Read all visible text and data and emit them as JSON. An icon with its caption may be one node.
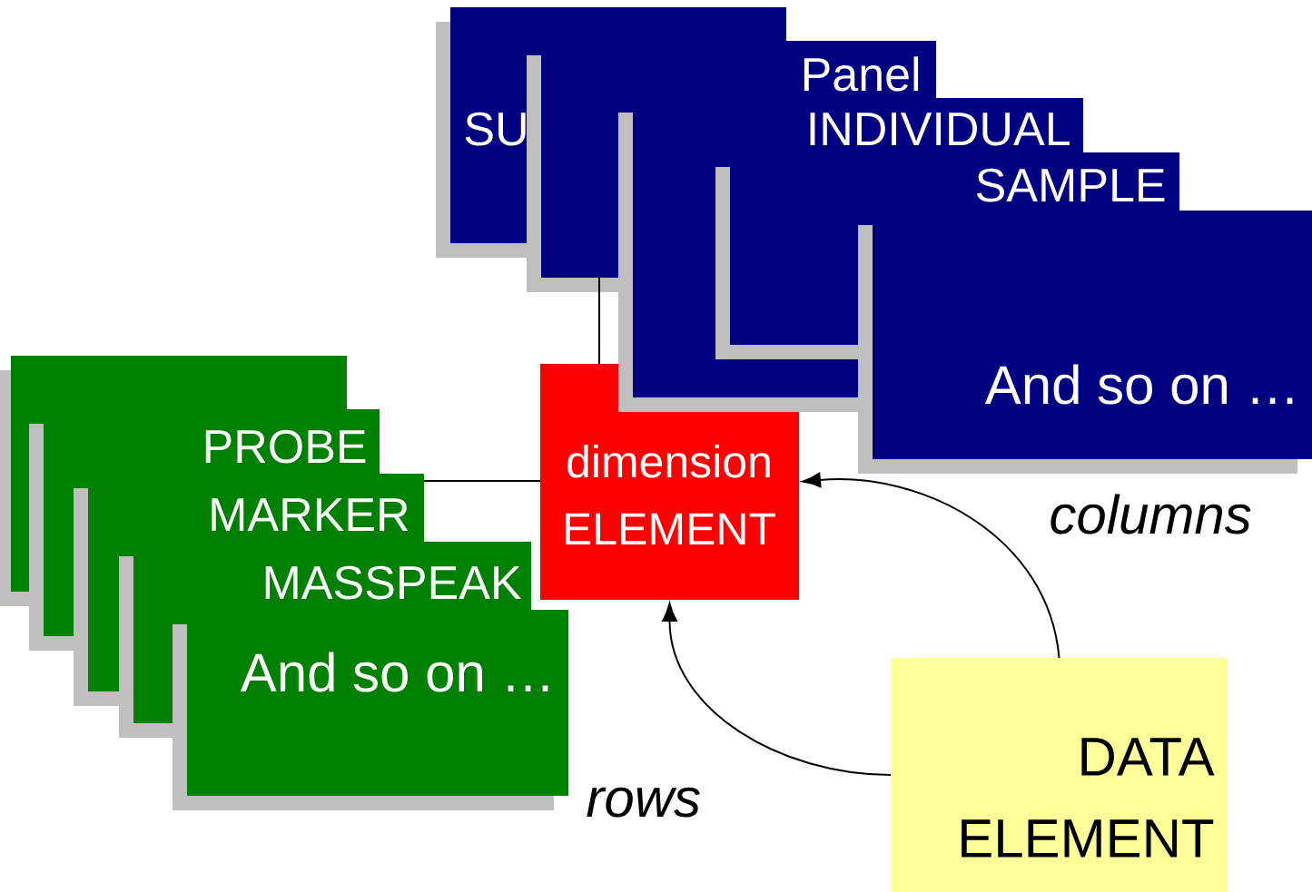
{
  "diagram": {
    "nodes": [
      {
        "text": [
          "SU"
        ]
      },
      {
        "text": [
          "Panel"
        ]
      },
      {
        "text": [
          "INDIVIDUAL"
        ]
      },
      {
        "text": [
          "SAMPLE"
        ]
      },
      {
        "text": [
          "And so on …"
        ]
      },
      {
        "text": [],
        "shape": "box"
      },
      {
        "text": [
          "PROBE"
        ]
      },
      {
        "text": [
          "MARKER"
        ]
      },
      {
        "text": [
          "MASSPEAK"
        ]
      },
      {
        "text": [
          "And so on …"
        ]
      },
      {
        "text": [
          "dimension ELEMENT"
        ]
      },
      {
        "text": [
          "DATA ELEMENT"
        ]
      }
    ],
    "edges": [
      {
        "from": 7,
        "to": 10,
        "arrow": "none"
      },
      {
        "from": 1,
        "to": 10,
        "arrow": "none"
      },
      {
        "from": 11,
        "to": 10,
        "arrow": "to"
      },
      {
        "from": 11,
        "to": 10,
        "arrow": "to"
      }
    ],
    "labels": [
      "columns",
      "rows"
    ]
  }
}
